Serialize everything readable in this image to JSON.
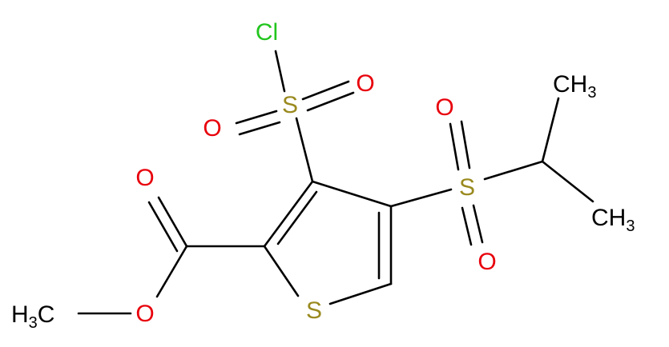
{
  "colors": {
    "bond": "#000000",
    "sulfur": "#9a8a1f",
    "oxygen": "#e8000b",
    "chlorine": "#22c51e",
    "carbon": "#000000",
    "background": "#ffffff"
  },
  "atoms": {
    "cl": "Cl",
    "s_sulfonyl_chloride": "S",
    "o_sc_right": "O",
    "o_sc_left": "O",
    "s_sulfone": "S",
    "o_sulfone_top": "O",
    "o_sulfone_bottom": "O",
    "ch3_top": {
      "main": "CH",
      "sub": "3"
    },
    "ch3_right": {
      "main": "CH",
      "sub": "3"
    },
    "o_carbonyl": "O",
    "o_ester": "O",
    "h3c": {
      "main": "H",
      "sub": "3",
      "tail": "C"
    },
    "s_thiophene": "S"
  }
}
